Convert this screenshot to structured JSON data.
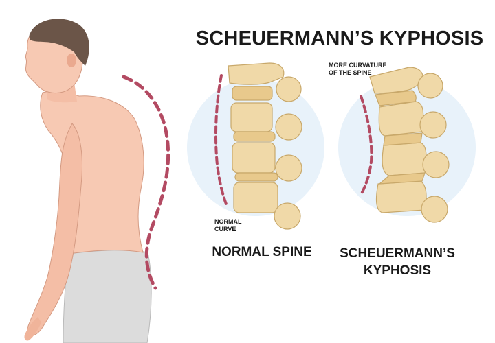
{
  "title": "SCHEUERMANN’S KYPHOSIS",
  "panels": {
    "normal": {
      "label": "NORMAL SPINE",
      "annotation_line1": "NORMAL",
      "annotation_line2": "CURVE"
    },
    "kyphosis": {
      "label_line1": "SCHEUERMANN’S",
      "label_line2": "KYPHOSIS",
      "annotation_line1": "MORE CURVATURE",
      "annotation_line2": "OF THE SPINE"
    }
  },
  "colors": {
    "skin": "#f7c9b3",
    "skin_shadow": "#eaa98f",
    "hair": "#6b5548",
    "pants": "#dcdcdc",
    "bone": "#f0d9a8",
    "bone_outline": "#c8a86a",
    "curve_dash": "#b34a62",
    "halo": "#e8f2fa"
  }
}
